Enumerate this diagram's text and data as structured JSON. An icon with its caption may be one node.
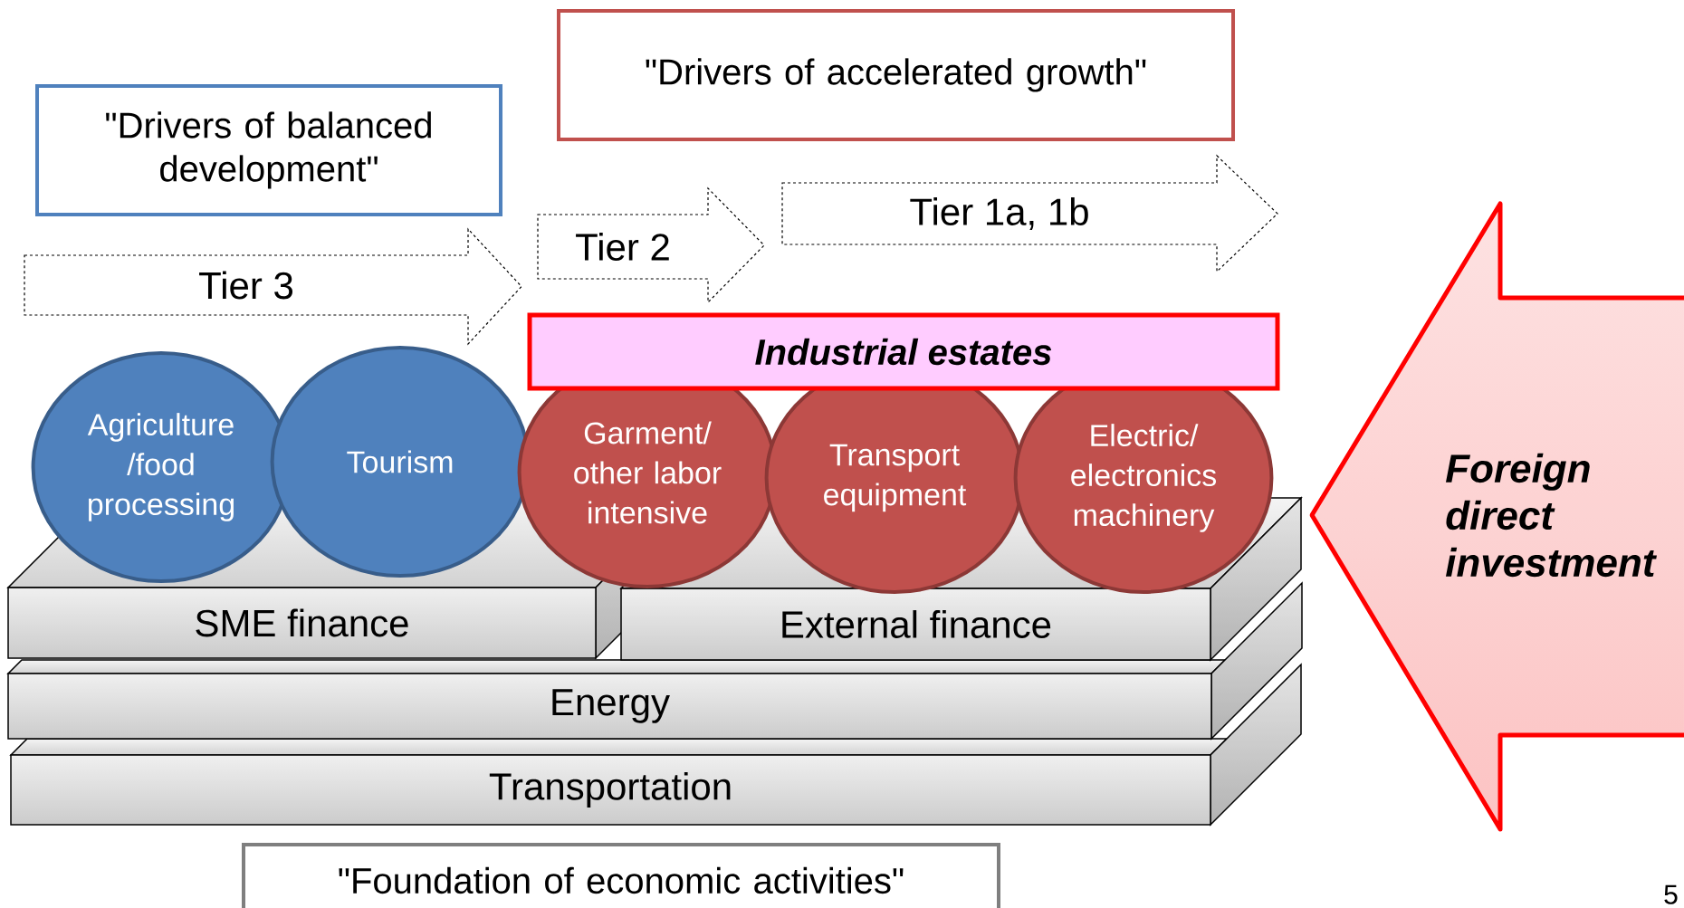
{
  "diagram": {
    "nodes": [
      {
        "text": [
          "\"Drivers of balanced development\""
        ]
      },
      {
        "text": [
          "\"Drivers of accelerated growth\""
        ]
      },
      {
        "text": [
          "Tier 3"
        ]
      },
      {
        "text": [
          "Tier 2"
        ]
      },
      {
        "text": [
          "Tier 1a, 1b"
        ]
      },
      {
        "text": [
          "Industrial estates"
        ]
      },
      {
        "text": [
          "Agriculture /food processing"
        ]
      },
      {
        "text": [
          "Tourism"
        ]
      },
      {
        "text": [
          "Garment/ other labor intensive"
        ]
      },
      {
        "text": [
          "Transport equipment"
        ]
      },
      {
        "text": [
          "Electric/ electronics machinery"
        ]
      },
      {
        "text": [
          "SME finance"
        ]
      },
      {
        "text": [
          "External finance"
        ]
      },
      {
        "text": [
          "Energy"
        ]
      },
      {
        "text": [
          "Transportation"
        ]
      },
      {
        "text": [
          "\"Foundation of economic activities\""
        ]
      },
      {
        "text": [
          "Foreign direct investment"
        ]
      }
    ],
    "labels": [
      "5"
    ]
  }
}
